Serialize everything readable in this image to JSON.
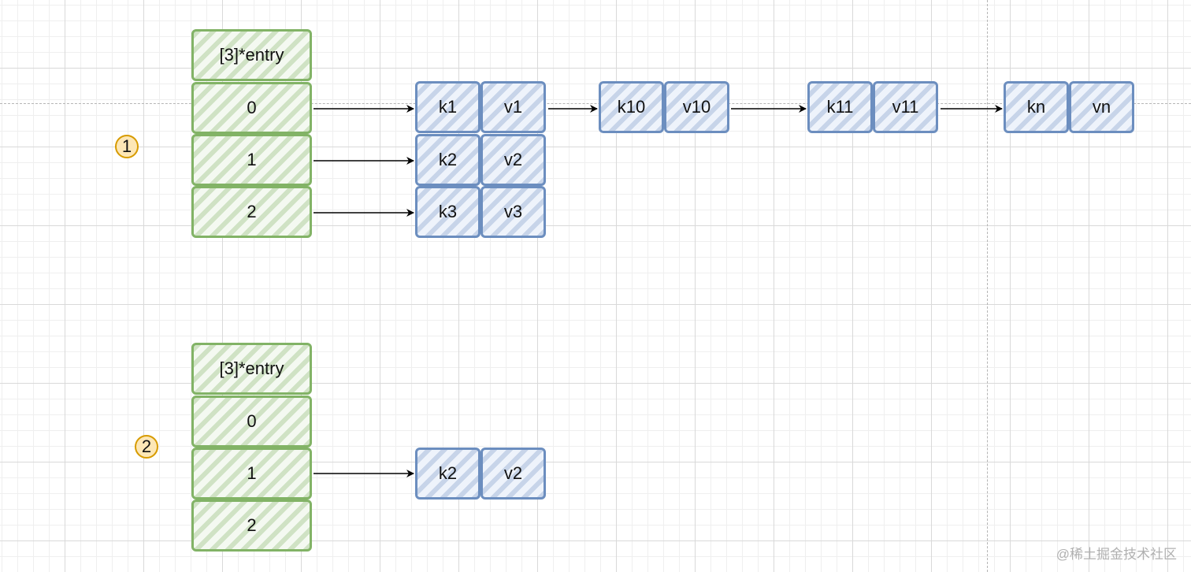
{
  "diagram_1": {
    "marker": "1",
    "header": "[3]*entry",
    "slots": [
      "0",
      "1",
      "2"
    ],
    "bucket_0_chain": [
      {
        "key": "k1",
        "value": "v1"
      },
      {
        "key": "k10",
        "value": "v10"
      },
      {
        "key": "k11",
        "value": "v11"
      },
      {
        "key": "kn",
        "value": "vn"
      }
    ],
    "bucket_1_chain": [
      {
        "key": "k2",
        "value": "v2"
      }
    ],
    "bucket_2_chain": [
      {
        "key": "k3",
        "value": "v3"
      }
    ]
  },
  "diagram_2": {
    "marker": "2",
    "header": "[3]*entry",
    "slots": [
      "0",
      "1",
      "2"
    ],
    "bucket_1_chain": [
      {
        "key": "k2",
        "value": "v2"
      }
    ]
  },
  "colors": {
    "array_stroke": "#82b366",
    "entry_stroke": "#6c8ebf",
    "marker_stroke": "#d79b00",
    "marker_fill": "#fde7b6"
  },
  "watermark": "@稀土掘金技术社区"
}
